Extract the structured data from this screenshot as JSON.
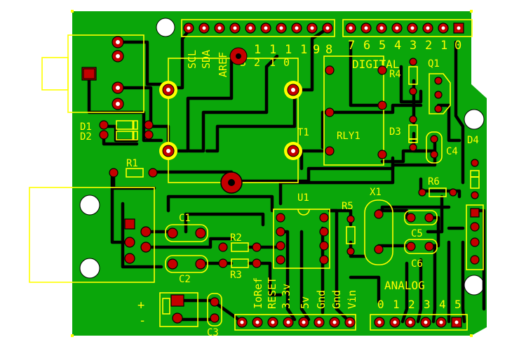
{
  "board": {
    "colors": {
      "board": "#0aa60a",
      "silk": "#ffff00",
      "pad": "#c40000",
      "track": "#000000",
      "hole": "#ffffff"
    },
    "header_top": {
      "labels_vertical": [
        "SCL",
        "SDA",
        "AREF"
      ],
      "pins_a": [
        "1",
        "1",
        "1",
        "1",
        "9",
        "8"
      ],
      "pins_b": [
        "7",
        "6",
        "5",
        "4",
        "3",
        "2",
        "1",
        "0"
      ],
      "analog_small": [
        "3",
        "2",
        "1",
        "0"
      ],
      "group_label": "DIGITAL"
    },
    "header_bottom": {
      "power_labels": [
        "IoRef",
        "RESET",
        "3.3v",
        "5v",
        "Gnd",
        "Gnd",
        "Vin"
      ],
      "analog_label": "ANALOG",
      "analog_pins": [
        "0",
        "1",
        "2",
        "3",
        "4",
        "5"
      ]
    },
    "refs": {
      "D1": "D1",
      "D2": "D2",
      "R1": "R1",
      "R2": "R2",
      "R3": "R3",
      "R4": "R4",
      "R5": "R5",
      "R6": "R6",
      "C1": "C1",
      "C2": "C2",
      "C3": "C3",
      "C4": "C4",
      "C5": "C5",
      "C6": "C6",
      "T1": "T1",
      "RLY1": "RLY1",
      "U1": "U1",
      "X1": "X1",
      "Q1": "Q1",
      "D3": "D3",
      "D4": "D4"
    },
    "power_symbols": {
      "plus": "+",
      "minus": "-"
    }
  }
}
